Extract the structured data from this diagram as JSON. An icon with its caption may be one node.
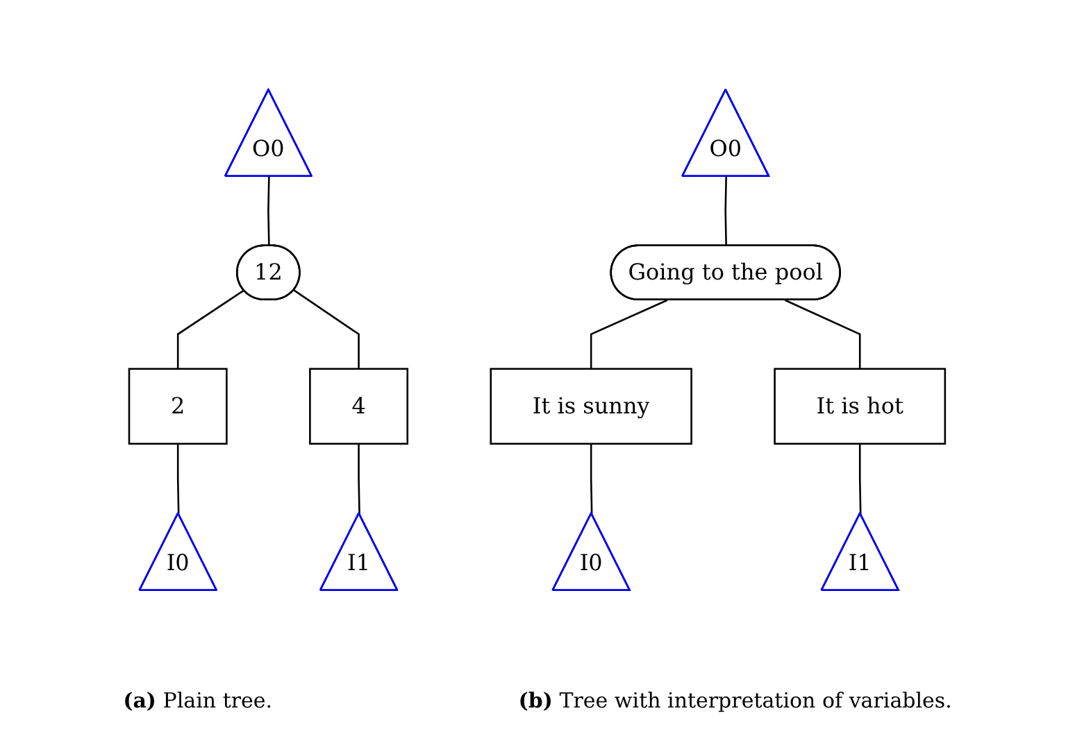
{
  "diagram": {
    "nodes": [
      {
        "text": [
          "O0"
        ]
      },
      {
        "text": [
          "12"
        ]
      },
      {
        "text": [
          "2"
        ]
      },
      {
        "text": [
          "4"
        ]
      },
      {
        "text": [
          "I0"
        ]
      },
      {
        "text": [
          "I1"
        ]
      },
      {
        "text": [
          "O0"
        ]
      },
      {
        "text": [
          "Going to the pool"
        ]
      },
      {
        "text": [
          "It is sunny"
        ]
      },
      {
        "text": [
          "It is hot"
        ]
      },
      {
        "text": [
          "I0"
        ]
      },
      {
        "text": [
          "I1"
        ]
      }
    ],
    "edges": [
      {
        "from": 0,
        "to": 1,
        "arrow": "none"
      },
      {
        "from": 1,
        "to": 2,
        "arrow": "none"
      },
      {
        "from": 1,
        "to": 3,
        "arrow": "none"
      },
      {
        "from": 2,
        "to": 4,
        "arrow": "none"
      },
      {
        "from": 3,
        "to": 5,
        "arrow": "none"
      },
      {
        "from": 6,
        "to": 7,
        "arrow": "none"
      },
      {
        "from": 7,
        "to": 8,
        "arrow": "none"
      },
      {
        "from": 7,
        "to": 9,
        "arrow": "none"
      },
      {
        "from": 8,
        "to": 10,
        "arrow": "none"
      },
      {
        "from": 9,
        "to": 11,
        "arrow": "none"
      }
    ],
    "labels": [
      "**(a)** Plain tree.",
      "**(b)** Tree with interpretation of variables."
    ]
  }
}
